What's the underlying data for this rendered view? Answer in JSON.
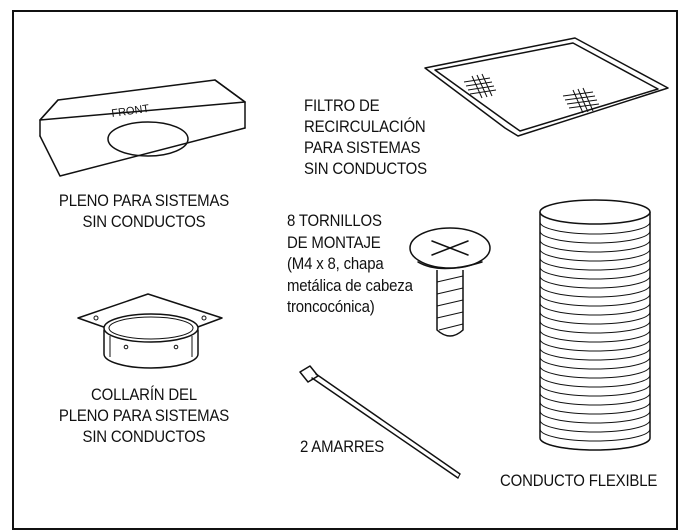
{
  "figure": {
    "parts": {
      "plenum": {
        "label_lines": [
          "PLENO PARA SISTEMAS",
          "SIN CONDUCTOS"
        ],
        "stamp": "FRONT"
      },
      "filter": {
        "label_lines": [
          "FILTRO DE",
          "RECIRCULACIÓN",
          "PARA SISTEMAS",
          "SIN CONDUCTOS"
        ]
      },
      "screws": {
        "label_lines": [
          "8 TORNILLOS",
          "DE MONTAJE",
          "(M4 x 8, chapa",
          "metálica de cabeza",
          "troncocónica)"
        ]
      },
      "collar": {
        "label_lines": [
          "COLLARÍN DEL",
          "PLENO PARA SISTEMAS",
          "SIN CONDUCTOS"
        ]
      },
      "ties": {
        "label_lines": [
          "2 AMARRES"
        ]
      },
      "duct": {
        "label_lines": [
          "CONDUCTO FLEXIBLE"
        ]
      }
    }
  }
}
